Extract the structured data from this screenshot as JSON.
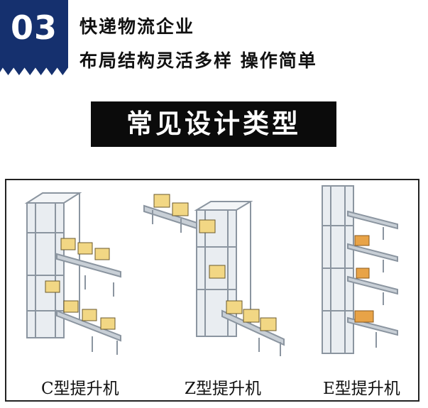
{
  "badge": {
    "number": "03",
    "color": "#15306e"
  },
  "header": {
    "line1": "快递物流企业",
    "line2": "布局结构灵活多样  操作简单"
  },
  "section_title": "常见设计类型",
  "figures": [
    {
      "caption": "C型提升机"
    },
    {
      "caption": "Z型提升机"
    },
    {
      "caption": "E型提升机"
    }
  ],
  "colors": {
    "box": "#f2d784",
    "frame": "#9aa3ad",
    "orange": "#e8a347"
  }
}
